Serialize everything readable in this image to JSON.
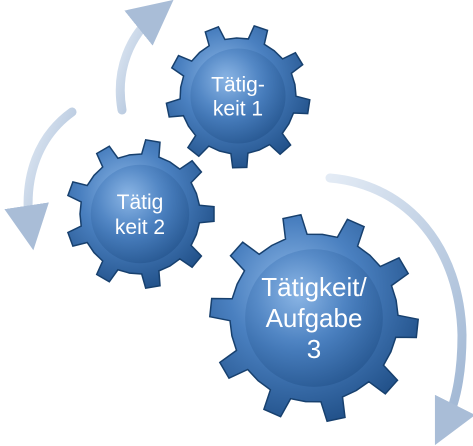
{
  "diagram": {
    "gears": [
      {
        "id": "g1",
        "lines": [
          "Tätig-",
          "keit 1"
        ]
      },
      {
        "id": "g2",
        "lines": [
          "Tätig",
          "keit 2"
        ]
      },
      {
        "id": "g3",
        "lines": [
          "Tätigkeit/",
          "Aufgabe",
          "3"
        ]
      }
    ],
    "colors": {
      "gear_light": "#6e9ed6",
      "gear_mid": "#3f74b6",
      "gear_dark": "#1f4e86",
      "gear_edge": "#17406e",
      "arrow": "#b8c9df",
      "label": "#ffffff"
    }
  }
}
